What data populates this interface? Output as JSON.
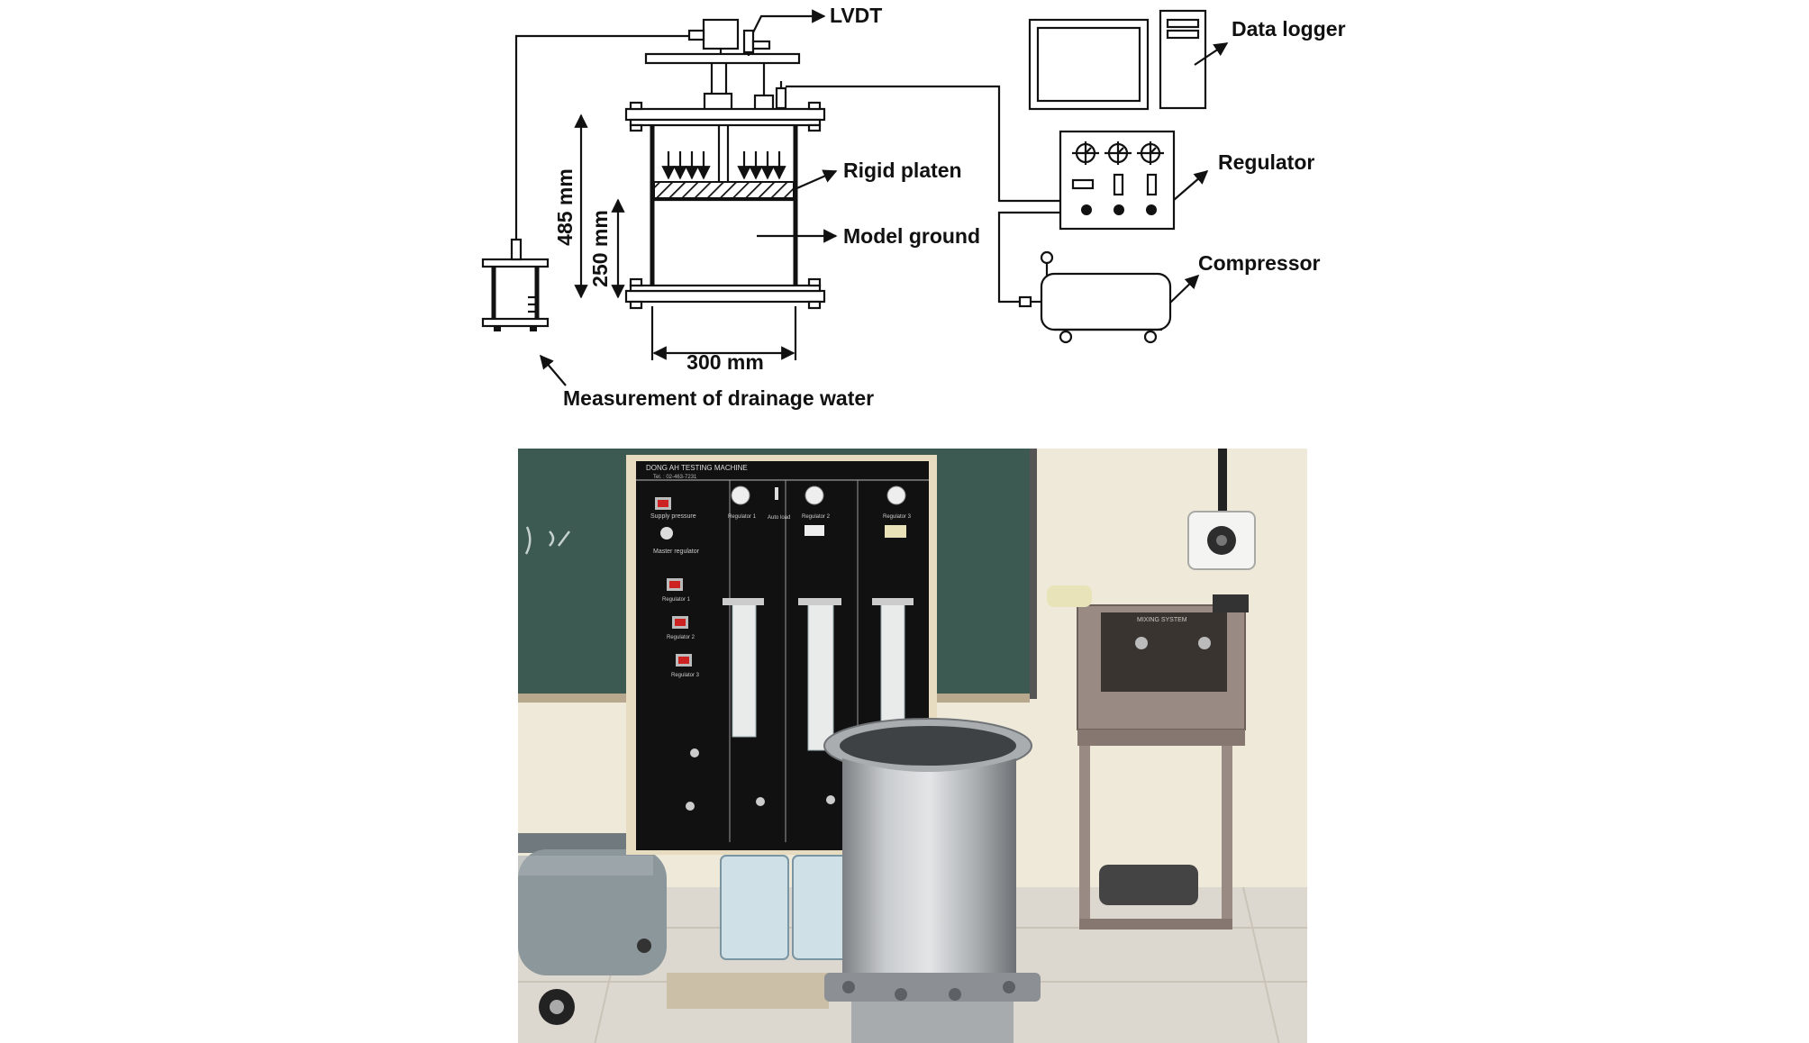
{
  "schematic": {
    "labels": {
      "lvdt": "LVDT",
      "data_logger": "Data logger",
      "rigid_platen": "Rigid platen",
      "regulator": "Regulator",
      "model_ground": "Model ground",
      "compressor": "Compressor",
      "height_total": "485 mm",
      "height_ground": "250 mm",
      "width": "300 mm",
      "drainage": "Measurement of drainage water"
    }
  },
  "photo": {
    "panel_header": "DONG AH TESTING MACHINE",
    "panel_tel": "Tel. : 02-463-7231",
    "panel_labels": {
      "supply_pressure": "Supply pressure",
      "master_regulator": "Master regulator",
      "regulator_1": "Regulator 1",
      "regulator_2": "Regulator 2",
      "regulator_3": "Regulator 3",
      "auto_load": "Auto load"
    },
    "mixing_box_label": "MIXING SYSTEM",
    "colors": {
      "chalkboard": "#3d5a52",
      "wall": "#efe9da",
      "panel": "#111111",
      "cabinet": "#9a8a84",
      "cylinder": "#b9bcbf",
      "floor": "#ddd8cf"
    }
  }
}
